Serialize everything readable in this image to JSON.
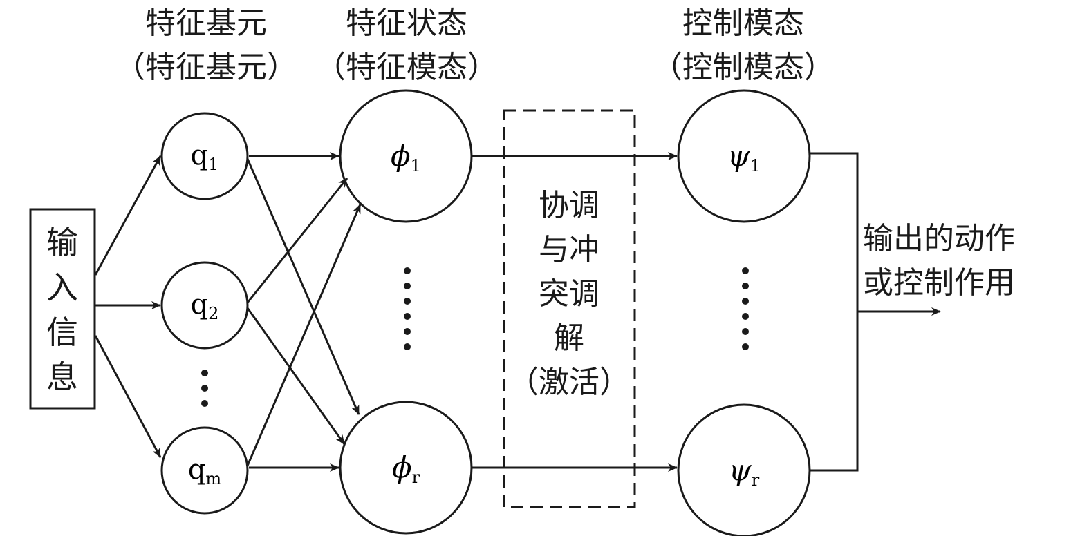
{
  "headers": {
    "primitive_title": "特征基元",
    "primitive_sub": "（特征基元）",
    "state_title": "特征状态",
    "state_sub": "（特征模态）",
    "control_title": "控制模态",
    "control_sub": "（控制模态）"
  },
  "input_box": {
    "chars": [
      "输",
      "入",
      "信",
      "息"
    ]
  },
  "primitives": [
    {
      "base": "q",
      "sub": "1"
    },
    {
      "base": "q",
      "sub": "2"
    },
    {
      "base": "q",
      "sub": "m"
    }
  ],
  "states": [
    {
      "base": "ϕ",
      "sub": "1"
    },
    {
      "base": "ϕ",
      "sub": "r"
    }
  ],
  "controls": [
    {
      "base": "ψ",
      "sub": "1"
    },
    {
      "base": "ψ",
      "sub": "r"
    }
  ],
  "coordination_box": {
    "lines": [
      "协调",
      "与冲",
      "突调",
      "解",
      "（激活）"
    ]
  },
  "output": {
    "lines": [
      "输出的动作",
      "或控制作用"
    ]
  },
  "colors": {
    "ink": "#1a1a1a",
    "background": "#ffffff"
  }
}
